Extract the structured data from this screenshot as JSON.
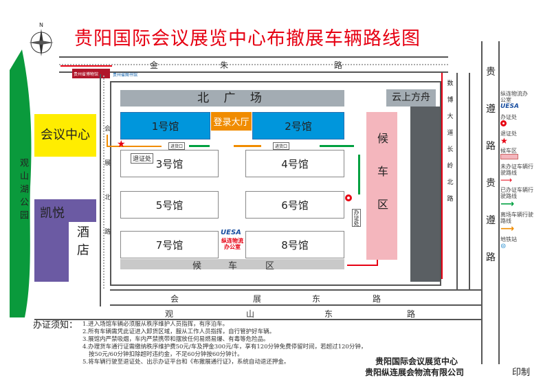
{
  "title": "贵阳国际会议展览中心布撤展车辆路线图",
  "compass": "N",
  "lake": "观山湖公园",
  "logos": [
    "贵州省博物馆",
    "贵州省图书馆"
  ],
  "roads": {
    "north": [
      "金",
      "朱",
      "路"
    ],
    "west": [
      "会",
      "展",
      "北",
      "路"
    ],
    "east_inner": [
      "数",
      "博",
      "大",
      "道",
      "长",
      "岭",
      "北",
      "路"
    ],
    "south1": [
      "会",
      "展",
      "东",
      "路"
    ],
    "south2": [
      "观",
      "山",
      "东",
      "路"
    ],
    "right": [
      "贵",
      "遵",
      "路",
      "贵",
      "遵",
      "路"
    ]
  },
  "areas": {
    "north_square": "北  广  场",
    "registration_hall": "登录大厅",
    "yunshang": "云上方舟",
    "waiting_right": "候车区",
    "waiting_bottom": [
      "候",
      "车",
      "区"
    ],
    "conference": "会议中心",
    "hyatt": [
      "凯悦",
      "酒",
      "店"
    ],
    "halls": [
      "1号馆",
      "2号馆",
      "3号馆",
      "4号馆",
      "5号馆",
      "6号馆",
      "7号馆",
      "8号馆"
    ],
    "cargo_entry": "进货口",
    "return_office": "退证处",
    "cert_office": "办证处",
    "uesa_logo": "UESA",
    "uesa_office": "纵连物流办公室"
  },
  "legend": [
    {
      "label": "纵连物流办公室",
      "icon": "uesa-logo"
    },
    {
      "label": "办证处",
      "icon": "red-ring"
    },
    {
      "label": "退证处",
      "icon": "red-star"
    },
    {
      "label": "候车区",
      "icon": "pink-box",
      "color": "#f4b6bd"
    },
    {
      "label": "未办证车辆行驶路线",
      "icon": "arrow",
      "color": "#e60012"
    },
    {
      "label": "已办证车辆行驶路线",
      "icon": "arrow",
      "color": "#00a040"
    },
    {
      "label": "离场车辆行驶路线",
      "icon": "arrow",
      "color": "#f08c00"
    },
    {
      "label": "地铁站",
      "icon": "metro"
    }
  ],
  "notes": {
    "heading": "办证须知：",
    "items": [
      "1.进入场馆车辆必须服从秩序维护人员指挥，有序泊车。",
      "2.所有车辆需凭此证进入卸货区域，服从工作人员指挥，自行管护好车辆。",
      "3.展馆内严禁吸烟，车内严禁携带和摆放任何易燃易爆、有毒等危险品。",
      "4.办理货车通行证需缴纳秩序维护费50元/车及押金300元/车，享有120分钟免费停留时间，若超过120分钟，",
      "按50元/60分钟扣除超时违约金，不足60分钟按60分钟计。",
      "5.将车辆行驶至退证处、出示办证平台和《布撤展通行证》，系统自动退还押金。"
    ]
  },
  "footer": {
    "org1": "贵阳国际会议展览中心",
    "org2": "贵阳纵连展会物流有限公司",
    "print": "印制"
  }
}
